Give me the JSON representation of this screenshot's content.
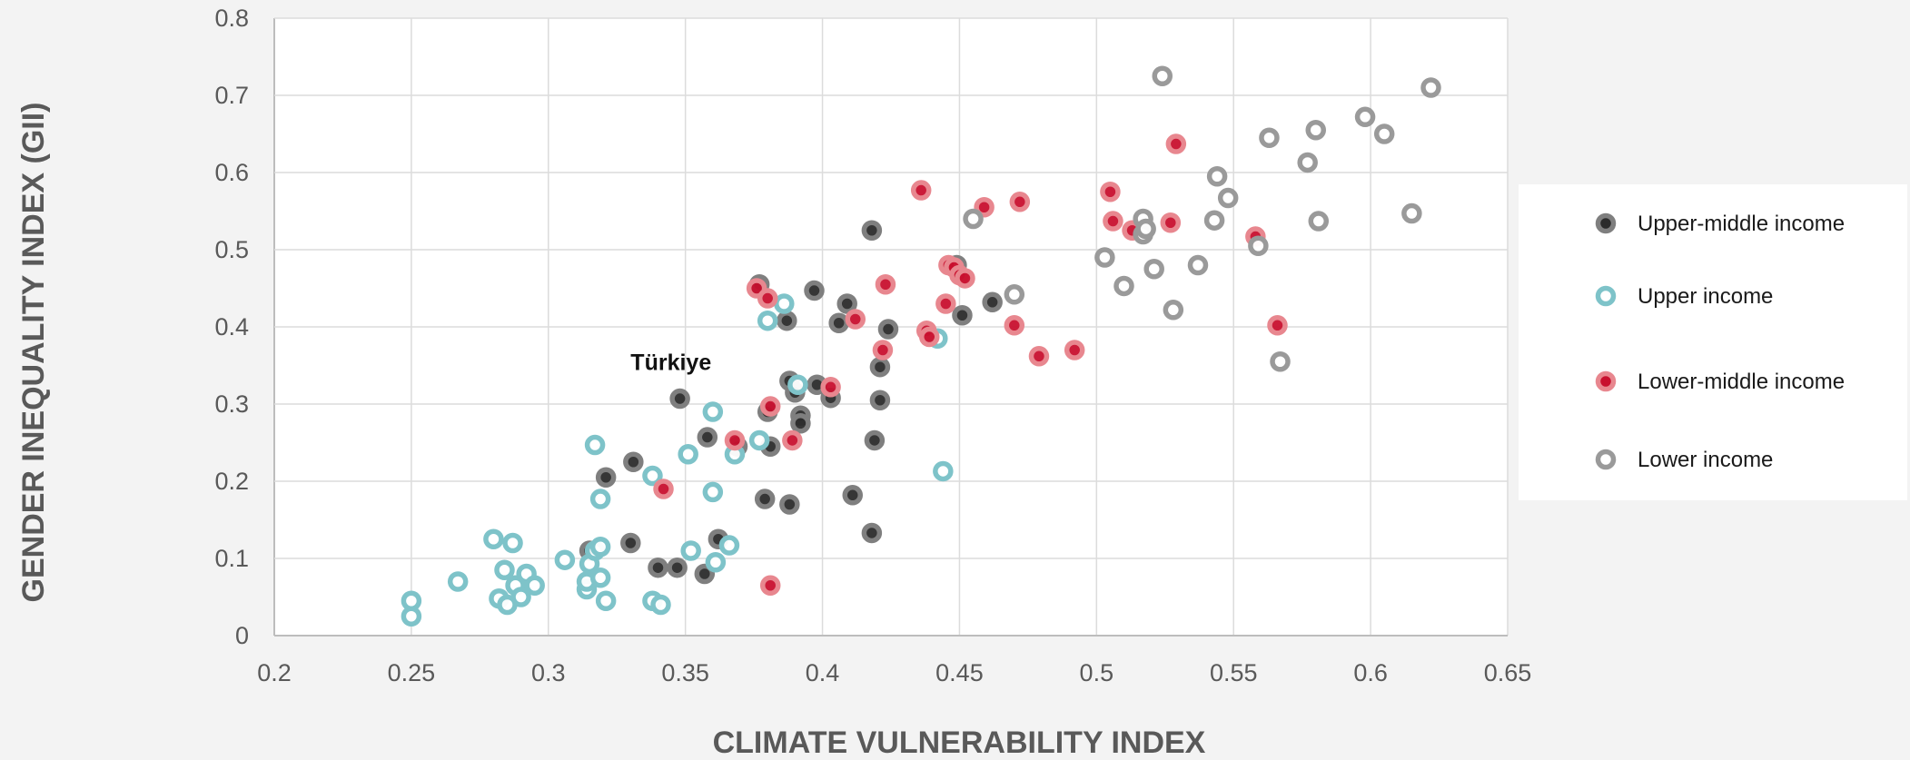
{
  "chart_data": {
    "type": "scatter",
    "title": "",
    "xlabel": "CLIMATE VULNERABILITY INDEX",
    "ylabel": "GENDER INEQUALITY INDEX (GII)",
    "xlim": [
      0.2,
      0.65
    ],
    "ylim": [
      0,
      0.8
    ],
    "xticks": [
      0.2,
      0.25,
      0.3,
      0.35,
      0.4,
      0.45,
      0.5,
      0.55,
      0.6,
      0.65
    ],
    "yticks": [
      0,
      0.1,
      0.2,
      0.3,
      0.4,
      0.5,
      0.6,
      0.7,
      0.8
    ],
    "xtick_labels": [
      "0.2",
      "0.25",
      "0.3",
      "0.35",
      "0.4",
      "0.45",
      "0.5",
      "0.55",
      "0.6",
      "0.65"
    ],
    "ytick_labels": [
      "0",
      "0.1",
      "0.2",
      "0.3",
      "0.4",
      "0.5",
      "0.6",
      "0.7",
      "0.8"
    ],
    "grid": true,
    "legend_position": "right",
    "annotations": [
      {
        "text": "Türkiye",
        "x": 0.33,
        "y": 0.355
      }
    ],
    "series": [
      {
        "name": "Upper-middle income",
        "color": "#2b2b2b",
        "ring_color": "#7f7f7f",
        "points": [
          [
            0.315,
            0.11
          ],
          [
            0.321,
            0.205
          ],
          [
            0.331,
            0.225
          ],
          [
            0.33,
            0.12
          ],
          [
            0.34,
            0.088
          ],
          [
            0.347,
            0.088
          ],
          [
            0.348,
            0.307
          ],
          [
            0.357,
            0.08
          ],
          [
            0.358,
            0.257
          ],
          [
            0.362,
            0.125
          ],
          [
            0.369,
            0.245
          ],
          [
            0.377,
            0.455
          ],
          [
            0.38,
            0.29
          ],
          [
            0.381,
            0.245
          ],
          [
            0.379,
            0.177
          ],
          [
            0.387,
            0.408
          ],
          [
            0.388,
            0.33
          ],
          [
            0.39,
            0.315
          ],
          [
            0.392,
            0.285
          ],
          [
            0.392,
            0.275
          ],
          [
            0.388,
            0.17
          ],
          [
            0.397,
            0.447
          ],
          [
            0.398,
            0.325
          ],
          [
            0.403,
            0.308
          ],
          [
            0.406,
            0.405
          ],
          [
            0.409,
            0.43
          ],
          [
            0.411,
            0.182
          ],
          [
            0.418,
            0.525
          ],
          [
            0.418,
            0.133
          ],
          [
            0.419,
            0.253
          ],
          [
            0.421,
            0.305
          ],
          [
            0.421,
            0.348
          ],
          [
            0.424,
            0.397
          ],
          [
            0.449,
            0.48
          ],
          [
            0.451,
            0.415
          ],
          [
            0.462,
            0.432
          ]
        ]
      },
      {
        "name": "Upper income",
        "color": "#ffffff",
        "ring_color": "#7ec3c9",
        "points": [
          [
            0.25,
            0.045
          ],
          [
            0.25,
            0.025
          ],
          [
            0.267,
            0.07
          ],
          [
            0.28,
            0.125
          ],
          [
            0.282,
            0.048
          ],
          [
            0.284,
            0.085
          ],
          [
            0.285,
            0.04
          ],
          [
            0.287,
            0.12
          ],
          [
            0.288,
            0.065
          ],
          [
            0.29,
            0.05
          ],
          [
            0.292,
            0.08
          ],
          [
            0.295,
            0.065
          ],
          [
            0.306,
            0.098
          ],
          [
            0.314,
            0.06
          ],
          [
            0.314,
            0.07
          ],
          [
            0.315,
            0.093
          ],
          [
            0.317,
            0.11
          ],
          [
            0.317,
            0.247
          ],
          [
            0.319,
            0.115
          ],
          [
            0.319,
            0.075
          ],
          [
            0.319,
            0.177
          ],
          [
            0.321,
            0.045
          ],
          [
            0.338,
            0.207
          ],
          [
            0.338,
            0.045
          ],
          [
            0.341,
            0.04
          ],
          [
            0.351,
            0.235
          ],
          [
            0.352,
            0.11
          ],
          [
            0.36,
            0.29
          ],
          [
            0.36,
            0.186
          ],
          [
            0.361,
            0.095
          ],
          [
            0.366,
            0.117
          ],
          [
            0.368,
            0.235
          ],
          [
            0.377,
            0.253
          ],
          [
            0.38,
            0.408
          ],
          [
            0.386,
            0.43
          ],
          [
            0.391,
            0.325
          ],
          [
            0.442,
            0.385
          ],
          [
            0.444,
            0.213
          ]
        ]
      },
      {
        "name": "Lower-middle income",
        "color": "#c8102e",
        "ring_color": "#e8878f",
        "points": [
          [
            0.342,
            0.19
          ],
          [
            0.368,
            0.253
          ],
          [
            0.376,
            0.45
          ],
          [
            0.38,
            0.437
          ],
          [
            0.381,
            0.297
          ],
          [
            0.381,
            0.065
          ],
          [
            0.389,
            0.253
          ],
          [
            0.403,
            0.322
          ],
          [
            0.412,
            0.41
          ],
          [
            0.422,
            0.37
          ],
          [
            0.423,
            0.455
          ],
          [
            0.436,
            0.577
          ],
          [
            0.438,
            0.395
          ],
          [
            0.439,
            0.387
          ],
          [
            0.445,
            0.43
          ],
          [
            0.446,
            0.48
          ],
          [
            0.448,
            0.477
          ],
          [
            0.45,
            0.467
          ],
          [
            0.452,
            0.463
          ],
          [
            0.459,
            0.555
          ],
          [
            0.47,
            0.402
          ],
          [
            0.472,
            0.562
          ],
          [
            0.479,
            0.362
          ],
          [
            0.492,
            0.37
          ],
          [
            0.505,
            0.575
          ],
          [
            0.506,
            0.537
          ],
          [
            0.513,
            0.525
          ],
          [
            0.527,
            0.535
          ],
          [
            0.529,
            0.637
          ],
          [
            0.558,
            0.517
          ],
          [
            0.566,
            0.402
          ]
        ]
      },
      {
        "name": "Lower income",
        "color": "#ffffff",
        "ring_color": "#9a9a9a",
        "points": [
          [
            0.455,
            0.54
          ],
          [
            0.47,
            0.442
          ],
          [
            0.503,
            0.49
          ],
          [
            0.51,
            0.453
          ],
          [
            0.517,
            0.54
          ],
          [
            0.517,
            0.52
          ],
          [
            0.518,
            0.527
          ],
          [
            0.521,
            0.475
          ],
          [
            0.524,
            0.725
          ],
          [
            0.528,
            0.422
          ],
          [
            0.537,
            0.48
          ],
          [
            0.543,
            0.538
          ],
          [
            0.544,
            0.595
          ],
          [
            0.548,
            0.567
          ],
          [
            0.559,
            0.505
          ],
          [
            0.563,
            0.645
          ],
          [
            0.567,
            0.355
          ],
          [
            0.577,
            0.613
          ],
          [
            0.58,
            0.655
          ],
          [
            0.581,
            0.537
          ],
          [
            0.598,
            0.672
          ],
          [
            0.605,
            0.65
          ],
          [
            0.615,
            0.547
          ],
          [
            0.622,
            0.71
          ]
        ]
      }
    ]
  }
}
